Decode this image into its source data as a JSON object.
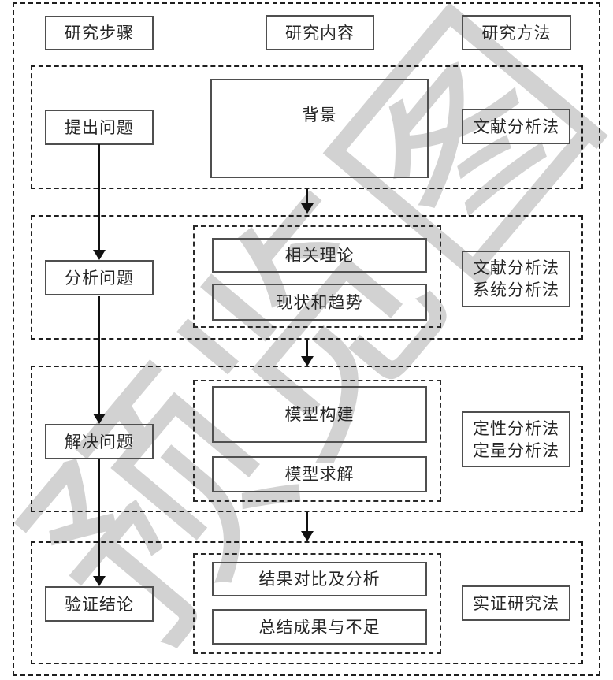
{
  "watermark": {
    "text": "预览图"
  },
  "headers": {
    "steps": "研究步骤",
    "content": "研究内容",
    "methods": "研究方法"
  },
  "sections": [
    {
      "step": "提出问题",
      "contents": [
        "背景"
      ],
      "methods": [
        "文献分析法"
      ]
    },
    {
      "step": "分析问题",
      "contents": [
        "相关理论",
        "现状和趋势"
      ],
      "methods": [
        "文献分析法",
        "系统分析法"
      ]
    },
    {
      "step": "解决问题",
      "contents": [
        "模型构建",
        "模型求解"
      ],
      "methods": [
        "定性分析法",
        "定量分析法"
      ]
    },
    {
      "step": "验证结论",
      "contents": [
        "结果对比及分析",
        "总结成果与不足"
      ],
      "methods": [
        "实证研究法"
      ]
    }
  ],
  "colors": {
    "background": "#ffffff",
    "solid_border": "#4f4f4f",
    "dashed_border": "#1f1f1f",
    "arrow": "#111111",
    "text": "#262626",
    "watermark": "#d2d2d2"
  }
}
